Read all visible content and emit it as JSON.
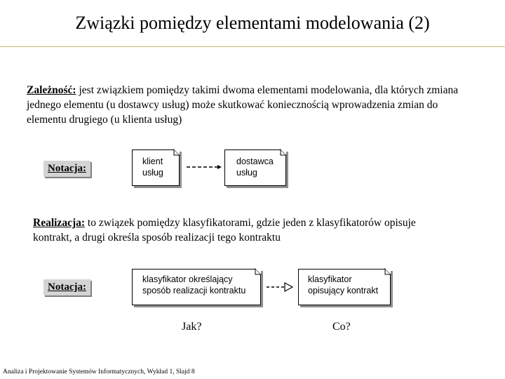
{
  "title": "Związki pomiędzy elementami modelowania (2)",
  "dependency": {
    "term": "Zależność:",
    "description": " jest związkiem pomiędzy takimi dwoma elementami modelowania, dla których zmiana jednego elementu (u dostawcy usług) może skutkować koniecznością wprowadzenia zmian do elementu drugiego (u klienta usług)",
    "notation_label": "Notacja:",
    "client_note": "klient usług",
    "supplier_note": "dostawca usług"
  },
  "realization": {
    "term": "Realizacja:",
    "description": " to związek pomiędzy klasyfikatorami, gdzie jeden z klasyfikatorów opisuje kontrakt, a drugi określa sposób realizacji tego kontraktu",
    "notation_label": "Notacja:",
    "implementing_note": "klasyfikator określający sposób realizacji kontraktu",
    "contract_note": "klasyfikator opisujący kontrakt",
    "question_how": "Jak?",
    "question_what": "Co?"
  },
  "footer": "Analiza i Projektowanie Systemów Informatycznych, Wykład 1, Slajd 8"
}
